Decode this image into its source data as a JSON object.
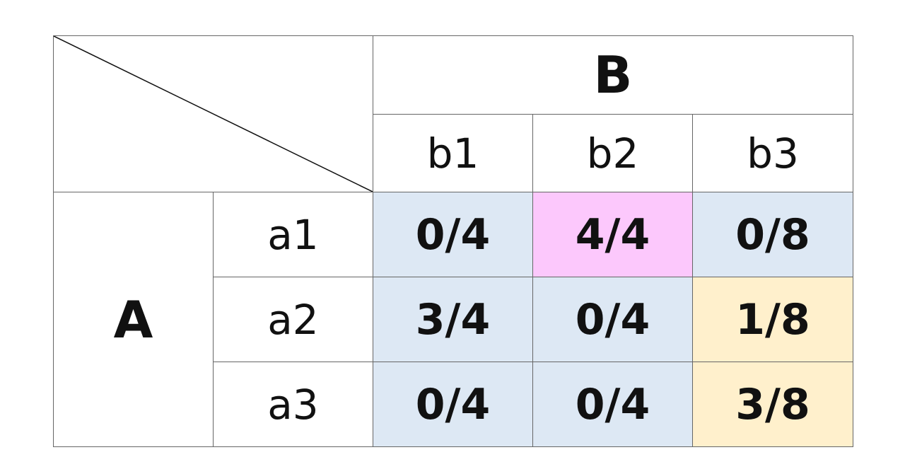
{
  "table": {
    "col_group": "B",
    "row_group": "A",
    "col_headers": [
      "b1",
      "b2",
      "b3"
    ],
    "row_headers": [
      "a1",
      "a2",
      "a3"
    ],
    "rows": [
      [
        {
          "value": "0/4",
          "color": "#dde8f4"
        },
        {
          "value": "4/4",
          "color": "#fcc8fc"
        },
        {
          "value": "0/8",
          "color": "#dde8f4"
        }
      ],
      [
        {
          "value": "3/4",
          "color": "#dde8f4"
        },
        {
          "value": "0/4",
          "color": "#dde8f4"
        },
        {
          "value": "1/8",
          "color": "#fff0cc"
        }
      ],
      [
        {
          "value": "0/4",
          "color": "#dde8f4"
        },
        {
          "value": "0/4",
          "color": "#dde8f4"
        },
        {
          "value": "3/8",
          "color": "#fff0cc"
        }
      ]
    ]
  }
}
